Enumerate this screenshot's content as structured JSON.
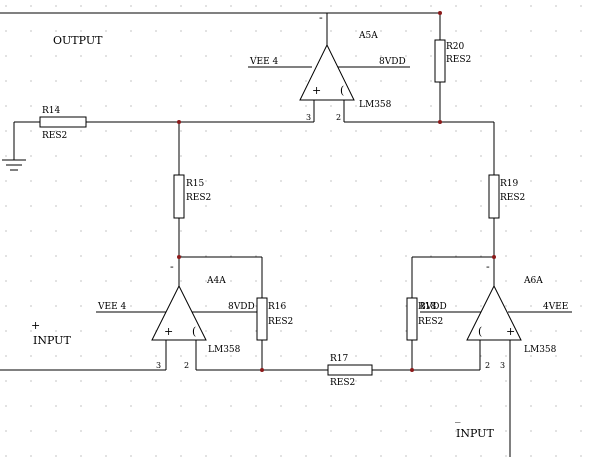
{
  "colors": {
    "wire": "#000000",
    "junction": "#8b1a1a",
    "grid_dot": "#9a9a9a"
  },
  "labels": {
    "output": "OUTPUT",
    "input_pos": "INPUT",
    "input_pos_sign": "+",
    "input_neg": "INPUT",
    "input_neg_sign": "_"
  },
  "opamps": {
    "a5": {
      "ref": "A5A",
      "part": "LM358",
      "left_supply": "VEE 4",
      "right_supply": "8VDD",
      "pin_a": "3",
      "pin_b": "2",
      "in_a": "+",
      "in_b": "(",
      "out_sign": "-"
    },
    "a4": {
      "ref": "A4A",
      "part": "LM358",
      "left_supply": "VEE 4",
      "right_supply": "8VDD",
      "pin_a": "3",
      "pin_b": "2",
      "in_a": "+",
      "in_b": "(",
      "out_sign": "-"
    },
    "a6": {
      "ref": "A6A",
      "part": "LM358",
      "left_supply": "8VDD",
      "right_supply": "4VEE",
      "pin_a": "2",
      "pin_b": "3",
      "in_a": "(",
      "in_b": "+",
      "out_sign": "-"
    }
  },
  "resistors": {
    "r14": {
      "ref": "R14",
      "value": "RES2"
    },
    "r15": {
      "ref": "R15",
      "value": "RES2"
    },
    "r16": {
      "ref": "R16",
      "value": "RES2"
    },
    "r17": {
      "ref": "R17",
      "value": "RES2"
    },
    "r18": {
      "ref": "R18",
      "value": "RES2"
    },
    "r19": {
      "ref": "R19",
      "value": "RES2"
    },
    "r20": {
      "ref": "R20",
      "value": "RES2"
    }
  }
}
